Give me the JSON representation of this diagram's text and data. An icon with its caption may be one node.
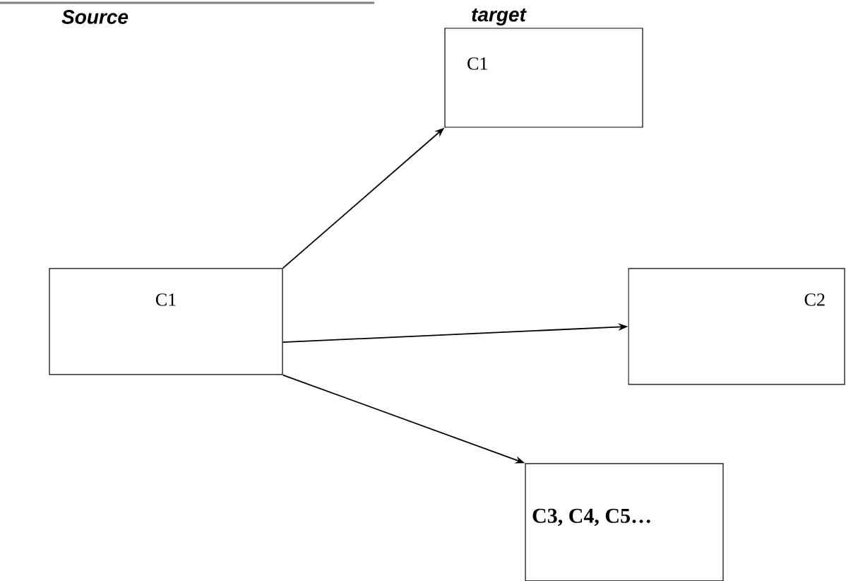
{
  "diagram": {
    "nodes": [
      {
        "text": [
          "C1"
        ]
      },
      {
        "text": [
          "C1"
        ]
      },
      {
        "text": [
          "C2"
        ]
      },
      {
        "text": [
          "C3, C4, C5…"
        ]
      }
    ],
    "edges": [
      {
        "from": 0,
        "to": 1,
        "arrow": "to"
      },
      {
        "from": 0,
        "to": 2,
        "arrow": "to"
      },
      {
        "from": 0,
        "to": 3,
        "arrow": "to"
      }
    ],
    "labels": [
      "Source",
      "target"
    ]
  }
}
